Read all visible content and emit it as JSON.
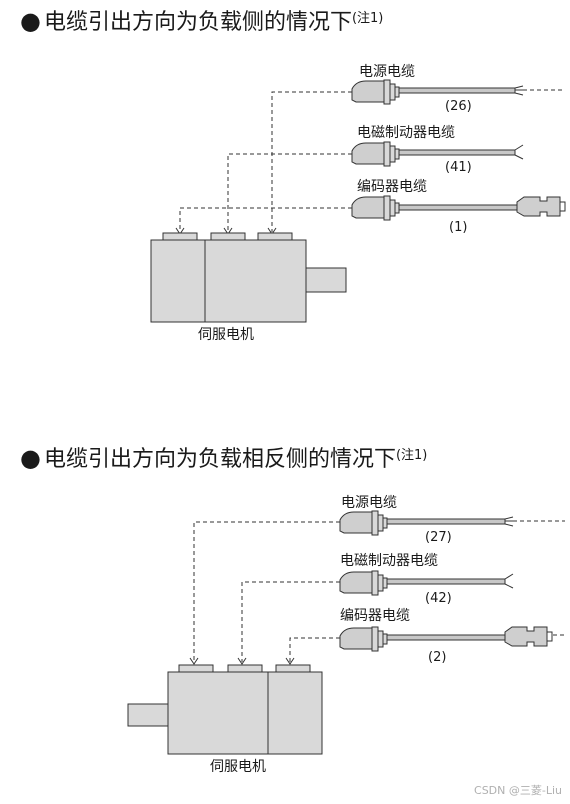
{
  "section_load_side": {
    "heading": "电缆引出方向为负载侧的情况下",
    "note": "(注1)",
    "cables": {
      "power": {
        "label": "电源电缆",
        "code": "(26)"
      },
      "brake": {
        "label": "电磁制动器电缆",
        "code": "(41)"
      },
      "encoder": {
        "label": "编码器电缆",
        "code": "(1)"
      }
    },
    "motor_label": "伺服电机"
  },
  "section_opposite_side": {
    "heading": "电缆引出方向为负载相反侧的情况下",
    "note": "(注1)",
    "cables": {
      "power": {
        "label": "电源电缆",
        "code": "(27)"
      },
      "brake": {
        "label": "电磁制动器电缆",
        "code": "(42)"
      },
      "encoder": {
        "label": "编码器电缆",
        "code": "(2)"
      }
    },
    "motor_label": "伺服电机"
  },
  "watermark": "CSDN @三菱-Liu",
  "colors": {
    "motor_fill": "#d9d9d9",
    "cable_fill": "#c8c8c8",
    "connector_fill": "#cfcfcf",
    "stroke": "#333333"
  }
}
